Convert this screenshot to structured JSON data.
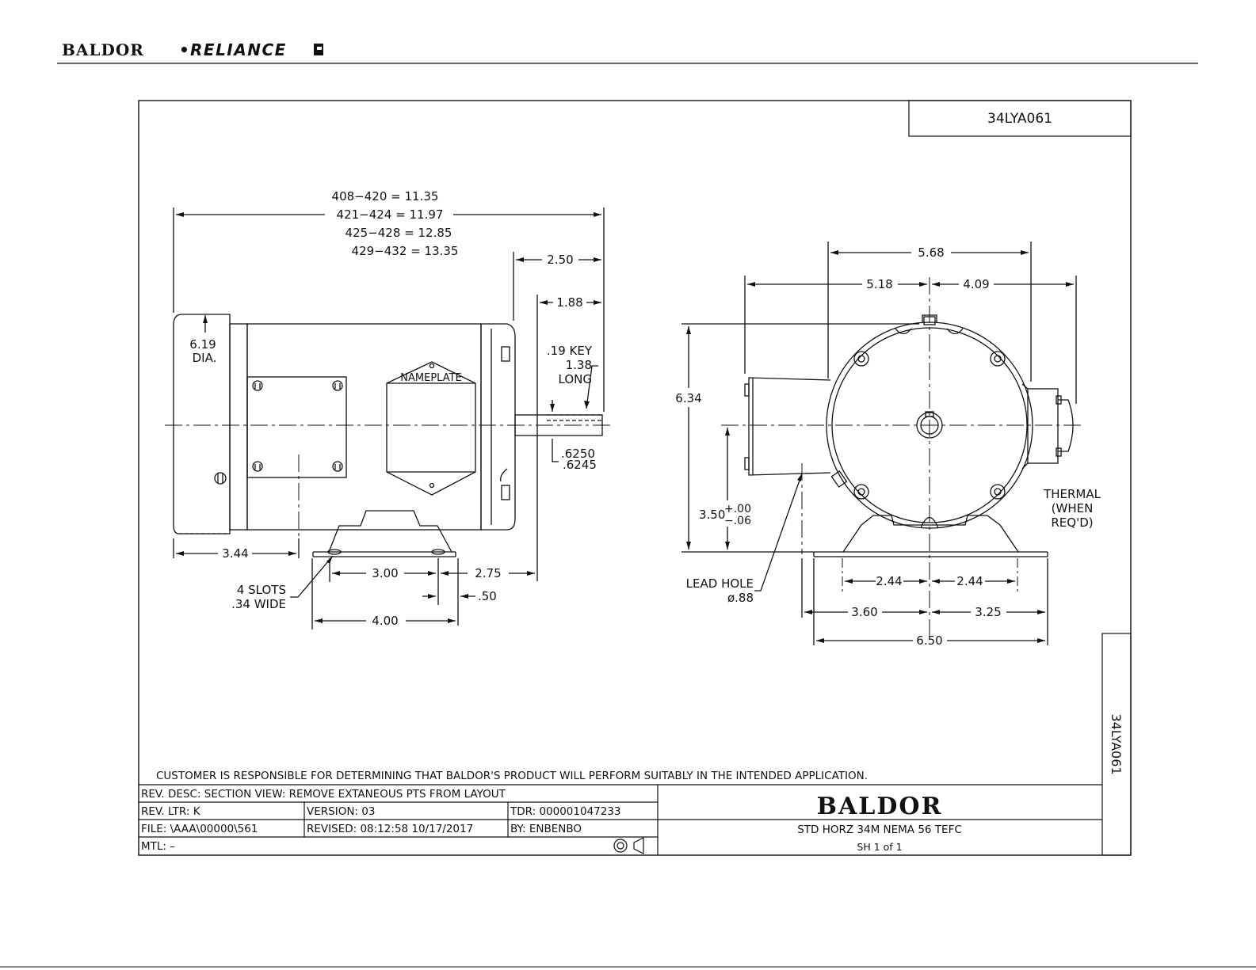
{
  "header": {
    "brand": "BALDOR",
    "separator": "•",
    "brand_italic": "RELIANCE"
  },
  "drawing": {
    "number": "34LYA061",
    "side_number": "34LYA061",
    "overall_lengths": [
      "408−420 = 11.35",
      "421−424 = 11.97",
      "425−428 = 12.85",
      "429−432 = 13.35"
    ],
    "side_view": {
      "dim_2_50": "2.50",
      "dim_1_88": "1.88",
      "key_line1": ".19 KEY",
      "key_line2": "1.38",
      "key_line3": "LONG",
      "dia_line1": "6.19",
      "dia_line2": "DIA.",
      "nameplate": "NAMEPLATE",
      "shaft_line1": ".6250",
      "shaft_line2": ".6245",
      "dim_3_44": "3.44",
      "dim_3_00": "3.00",
      "dim_2_75": "2.75",
      "dim_0_50": ".50",
      "dim_4_00": "4.00",
      "slots_line1": "4 SLOTS",
      "slots_line2": ".34 WIDE"
    },
    "end_view": {
      "dim_5_68": "5.68",
      "dim_5_18": "5.18",
      "dim_4_09": "4.09",
      "dim_6_34": "6.34",
      "dim_3_50": "3.50",
      "tol_plus": "+.00",
      "tol_minus": "−.06",
      "thermal_line1": "THERMAL",
      "thermal_line2": "(WHEN",
      "thermal_line3": "REQ'D)",
      "lead_line1": "LEAD HOLE",
      "lead_line2": "ø.88",
      "dim_2_44_left": "2.44",
      "dim_2_44_right": "2.44",
      "dim_3_60": "3.60",
      "dim_3_25": "3.25",
      "dim_6_50": "6.50"
    }
  },
  "disclaimer": "CUSTOMER IS RESPONSIBLE FOR DETERMINING THAT BALDOR'S PRODUCT WILL PERFORM SUITABLY IN THE INTENDED APPLICATION.",
  "title_block": {
    "rev_desc": "REV. DESC:  SECTION VIEW:  REMOVE EXTANEOUS PTS FROM LAYOUT",
    "rev_ltr": "REV. LTR:  K",
    "version": "VERSION: 03",
    "tdr": "TDR: 000001047233",
    "file": "FILE: \\AAA\\00000\\561",
    "revised": "REVISED: 08:12:58 10/17/2017",
    "by": "BY: ENBENBO",
    "mtl": "MTL:  –",
    "company": "BALDOR",
    "description": "STD HORZ 34M NEMA 56 TEFC",
    "sheet": "SH 1 of 1"
  }
}
